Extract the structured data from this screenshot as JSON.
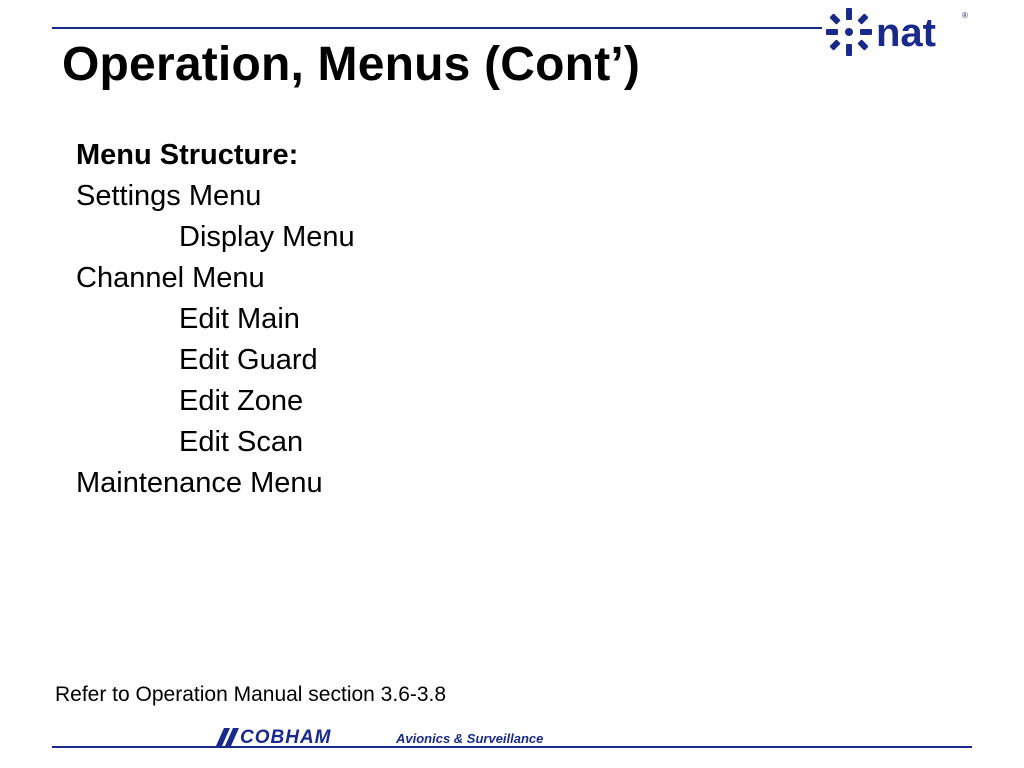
{
  "slide": {
    "title": "Operation, Menus (Cont’)",
    "menu_items": [
      {
        "label": "Menu Structure:",
        "style": "heading"
      },
      {
        "label": "Settings Menu",
        "style": "level-1"
      },
      {
        "label": "Display Menu",
        "style": "level-2"
      },
      {
        "label": "Channel Menu",
        "style": "level-1"
      },
      {
        "label": "Edit Main",
        "style": "level-2"
      },
      {
        "label": "Edit Guard",
        "style": "level-2"
      },
      {
        "label": "Edit Zone",
        "style": "level-2"
      },
      {
        "label": "Edit Scan",
        "style": "level-2"
      },
      {
        "label": "Maintenance Menu",
        "style": "level-1"
      }
    ],
    "footer_note": "Refer to Operation Manual section 3.6-3.8"
  },
  "branding": {
    "top_logo_text": "nat",
    "top_logo_icon": "star-burst-icon",
    "footer_logo_text": "COBHAM",
    "footer_tagline": "Avionics & Surveillance",
    "brand_color": "#1a2a8a"
  }
}
